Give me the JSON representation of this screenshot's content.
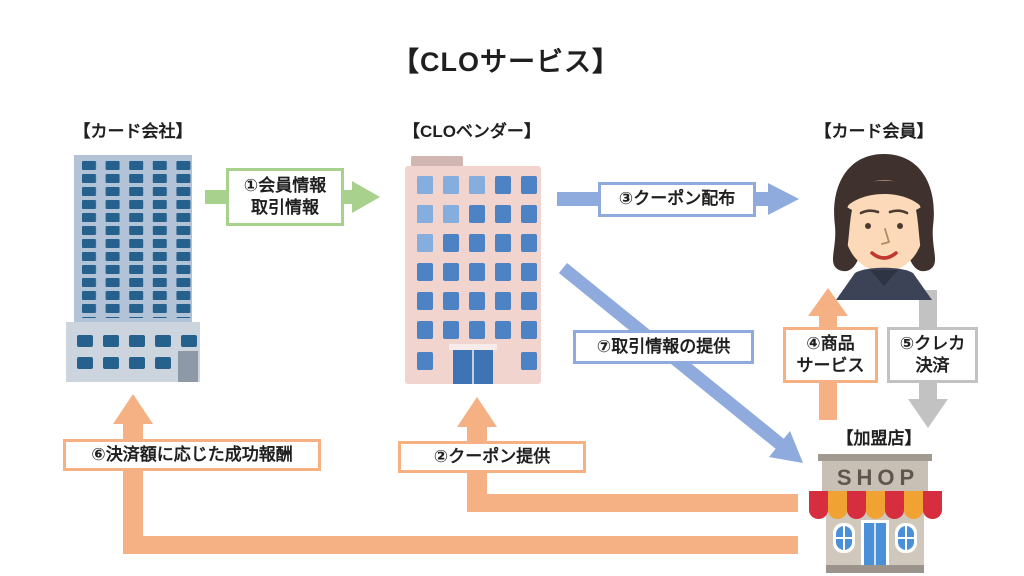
{
  "title": "【CLOサービス】",
  "entities": {
    "card_company": "【カード会社】",
    "clo_vendor": "【CLOベンダー】",
    "card_member": "【カード会員】",
    "merchant": "【加盟店】",
    "shop_sign": "SHOP"
  },
  "flows": {
    "f1_member_info": {
      "line1": "①会員情報",
      "line2": "取引情報"
    },
    "f2_coupon_supply": {
      "label": "②クーポン提供"
    },
    "f3_coupon_distribution": {
      "label": "③クーポン配布"
    },
    "f4_goods_services": {
      "line1": "④商品",
      "line2": "サービス"
    },
    "f5_credit_payment": {
      "line1": "⑤クレカ",
      "line2": "決済"
    },
    "f6_success_fee": {
      "label": "⑥決済額に応じた成功報酬"
    },
    "f7_transaction_info": {
      "label": "⑦取引情報の提供"
    }
  },
  "colors": {
    "ink": "#1f1f1f",
    "arrow-green": "#a9d18e",
    "arrow-blue": "#8faadc",
    "arrow-orange": "#f5b183",
    "arrow-gray": "#c2c2c2",
    "b1-body": "#b2c3d8",
    "b1-win": "#26618e",
    "b1-base": "#ccd4dd",
    "b1-door": "#8d99a6",
    "b2-roof": "#d0b7b2",
    "b2-body": "#f1d4ce",
    "b2-win": "#4d82c4",
    "b2-win-light": "#85aede",
    "b2-door": "#3f74b4",
    "hair": "#3f312d",
    "skin": "#fcd9b8",
    "navy": "#3d4356",
    "navy-dark": "#2e3444",
    "brow": "#4a3a30",
    "lip": "#c1392e",
    "shop-trim": "#a09a90",
    "shop-sign": "#c8c0b5",
    "shop-sign-text": "#5d5750",
    "shop-red": "#d62e3e",
    "shop-awning-orange": "#f0a233",
    "shop-wall": "#d0c8bc",
    "shop-blue": "#4a90d9",
    "shop-base": "#9a948c"
  }
}
